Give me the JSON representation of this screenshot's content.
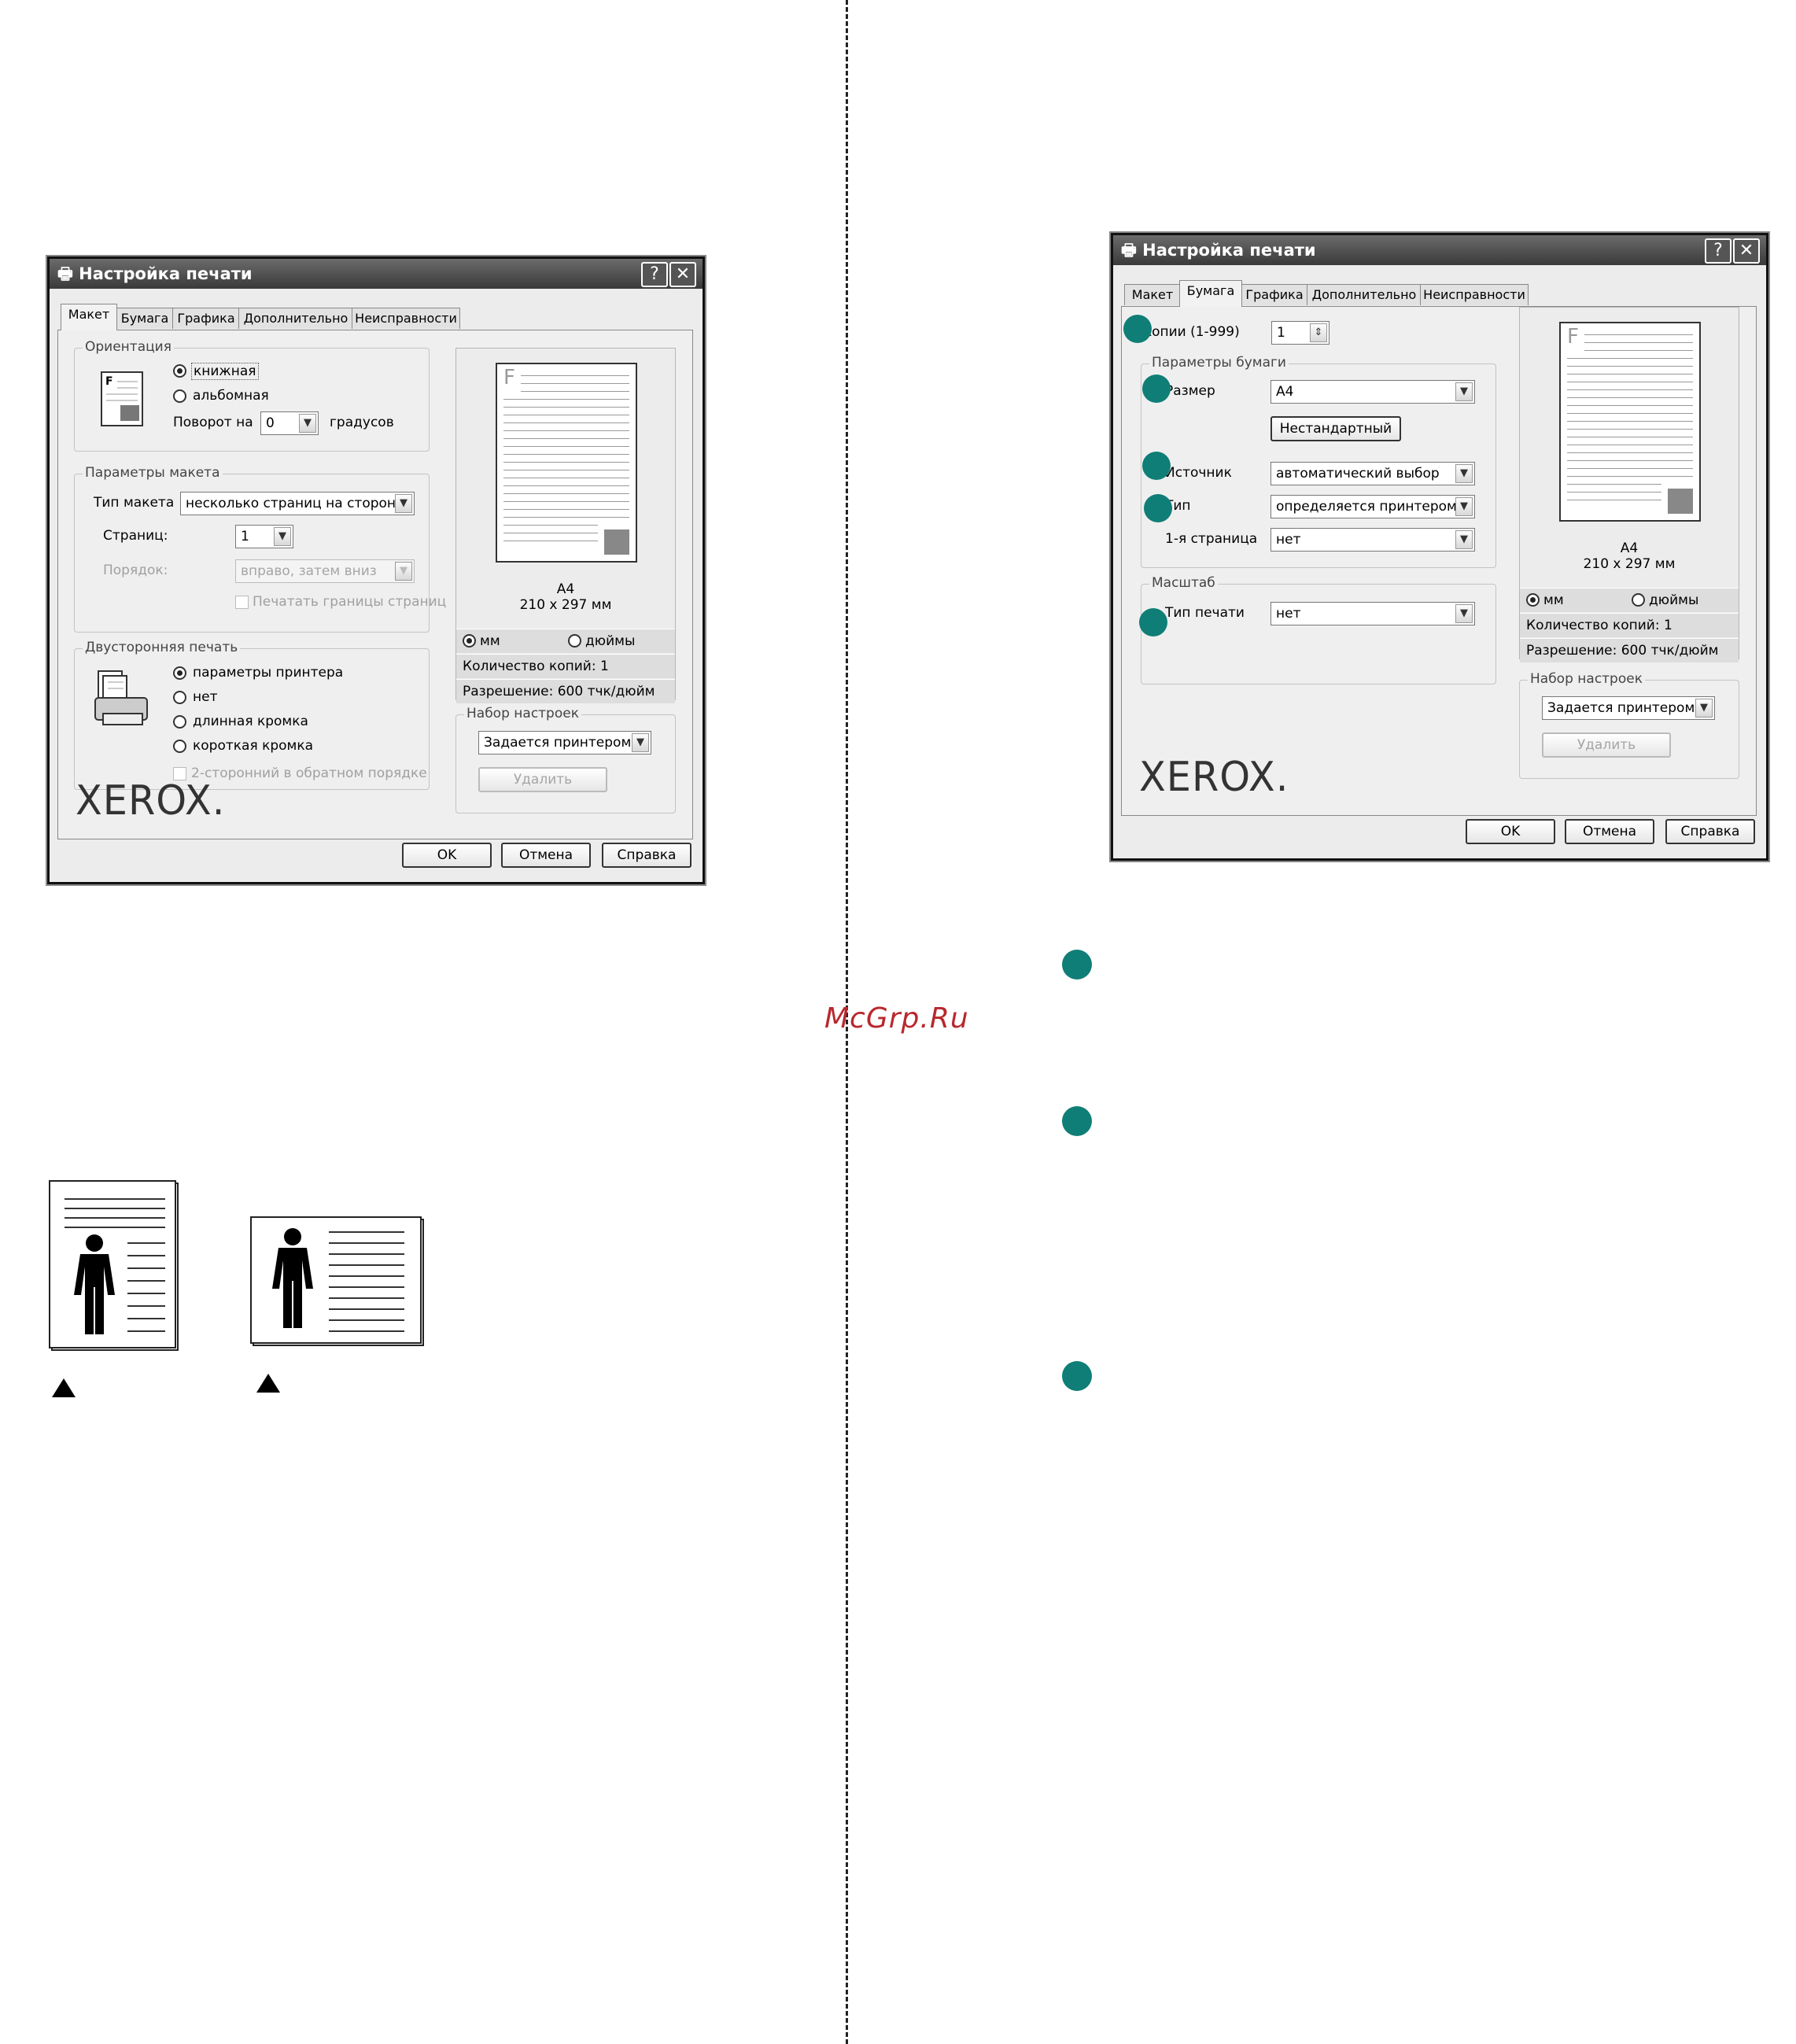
{
  "watermark": "McGrp.Ru",
  "dialog1": {
    "title": "Настройка печати",
    "help_btn": "?",
    "close_btn": "✕",
    "tabs": [
      "Макет",
      "Бумага",
      "Графика",
      "Дополнительно",
      "Неисправности"
    ],
    "orientation": {
      "legend": "Ориентация",
      "portrait": "книжная",
      "landscape": "альбомная",
      "rotate_label": "Поворот на",
      "rotate_value": "0",
      "rotate_unit": "градусов"
    },
    "layout": {
      "legend": "Параметры макета",
      "type_label": "Тип макета",
      "type_value": "несколько страниц на стороне",
      "pages_label": "Страниц:",
      "pages_value": "1",
      "order_label": "Порядок:",
      "order_value": "вправо, затем вниз",
      "borders_label": "Печатать границы страниц"
    },
    "duplex": {
      "legend": "Двусторонняя печать",
      "opt1": "параметры принтера",
      "opt2": "нет",
      "opt3": "длинная кромка",
      "opt4": "короткая кромка",
      "reverse": "2-сторонний в обратном порядке"
    },
    "preview": {
      "size": "A4",
      "dims": "210 x 297 мм",
      "mm": "мм",
      "inch": "дюймы",
      "copies": "Количество копий: 1",
      "resolution": "Разрешение: 600 тчк/дюйм"
    },
    "presets": {
      "legend": "Набор настроек",
      "value": "Задается принтером",
      "delete": "Удалить"
    },
    "logo": "XEROX.",
    "ok": "OK",
    "cancel": "Отмена",
    "help": "Справка"
  },
  "dialog2": {
    "title": "Настройка печати",
    "help_btn": "?",
    "close_btn": "✕",
    "tabs": [
      "Макет",
      "Бумага",
      "Графика",
      "Дополнительно",
      "Неисправности"
    ],
    "copies_label": "Копии (1-999)",
    "copies_value": "1",
    "paper": {
      "legend": "Параметры бумаги",
      "size_label": "Размер",
      "size_value": "A4",
      "custom_btn": "Нестандартный",
      "source_label": "Источник",
      "source_value": "автоматический выбор",
      "type_label": "Тип",
      "type_value": "определяется принтером",
      "first_label": "1-я страница",
      "first_value": "нет"
    },
    "scale": {
      "legend": "Масштаб",
      "type_label": "Тип печати",
      "type_value": "нет"
    },
    "preview": {
      "size": "A4",
      "dims": "210 x 297 мм",
      "mm": "мм",
      "inch": "дюймы",
      "copies": "Количество копий: 1",
      "resolution": "Разрешение: 600 тчк/дюйм"
    },
    "presets": {
      "legend": "Набор настроек",
      "value": "Задается принтером",
      "delete": "Удалить"
    },
    "logo": "XEROX.",
    "ok": "OK",
    "cancel": "Отмена",
    "help": "Справка"
  },
  "colors": {
    "bullet": "#0f7e76",
    "watermark": "#b8282d",
    "titlebar": "#4a4a4a"
  }
}
